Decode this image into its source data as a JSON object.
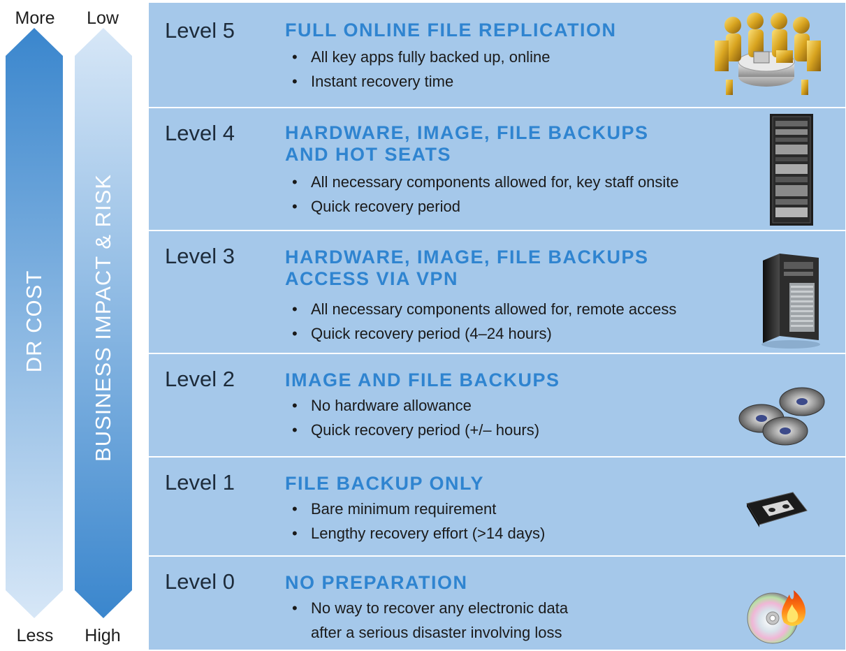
{
  "left_scale": {
    "cost": {
      "top_label": "More",
      "bottom_label": "Less",
      "label": "DR COST"
    },
    "risk": {
      "top_label": "Low",
      "bottom_label": "High",
      "label": "BUSINESS IMPACT & RISK"
    }
  },
  "levels": [
    {
      "label": "Level 5",
      "title_lines": [
        "FULL ONLINE FILE REPLICATION"
      ],
      "bullets": [
        "All key apps fully backed up, online",
        "Instant recovery time"
      ],
      "icon": "team-meeting-icon"
    },
    {
      "label": "Level 4",
      "title_lines": [
        "HARDWARE, IMAGE, FILE BACKUPS",
        "AND HOT SEATS"
      ],
      "bullets": [
        "All necessary components allowed for, key staff onsite",
        "Quick recovery period"
      ],
      "icon": "server-rack-icon"
    },
    {
      "label": "Level 3",
      "title_lines": [
        "HARDWARE, IMAGE, FILE BACKUPS",
        "ACCESS VIA VPN"
      ],
      "bullets": [
        "All necessary components allowed for, remote access",
        "Quick recovery period (4–24 hours)"
      ],
      "icon": "server-tower-icon"
    },
    {
      "label": "Level 2",
      "title_lines": [
        "IMAGE AND FILE BACKUPS"
      ],
      "bullets": [
        "No hardware allowance",
        "Quick recovery period (+/– hours)"
      ],
      "icon": "discs-icon"
    },
    {
      "label": "Level 1",
      "title_lines": [
        "FILE BACKUP ONLY"
      ],
      "bullets": [
        "Bare minimum requirement",
        "Lengthy recovery effort (>14 days)"
      ],
      "icon": "tape-cassette-icon"
    },
    {
      "label": "Level 0",
      "title_lines": [
        "NO PREPARATION"
      ],
      "bullets": [
        "No way to recover any electronic data",
        "after a serious disaster involving loss"
      ],
      "icon": "burning-disc-icon"
    }
  ],
  "colors": {
    "panel": "#a5c8ea",
    "title": "#2f84d0",
    "arrow_dark": "#3a86cd",
    "arrow_light": "#d7e7f7"
  }
}
